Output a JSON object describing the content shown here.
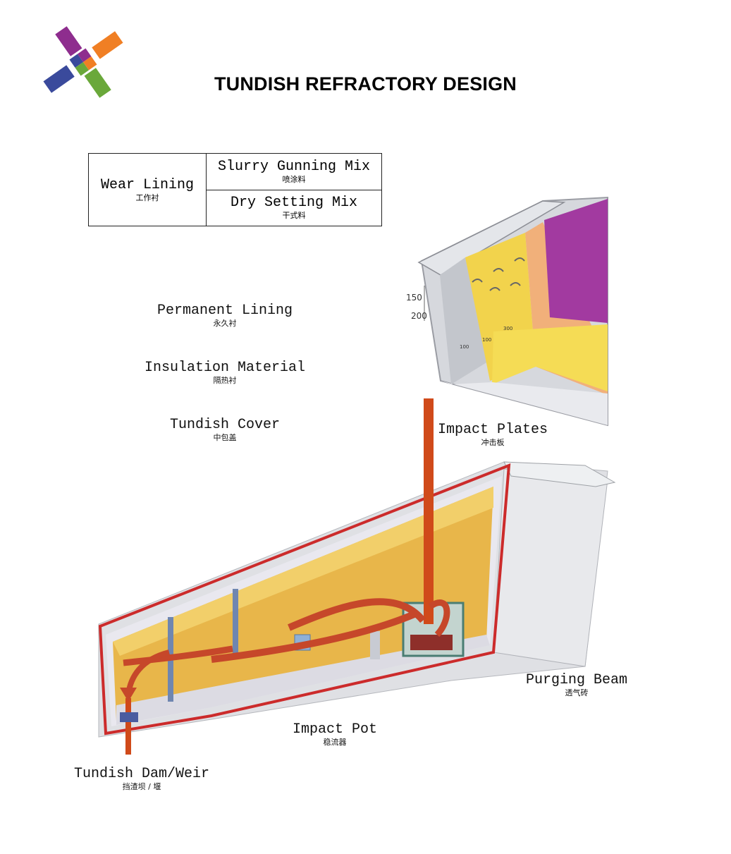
{
  "title": "TUNDISH REFRACTORY DESIGN",
  "logo": {
    "colors": [
      "#8e2d8e",
      "#3a4a9c",
      "#6aa83a",
      "#f07f24"
    ]
  },
  "wear_lining_table": {
    "main": {
      "en": "Wear Lining",
      "zh": "工作衬"
    },
    "rows": [
      {
        "en": "Slurry Gunning Mix",
        "zh": "喷涂料"
      },
      {
        "en": "Dry Setting Mix",
        "zh": "干式料"
      }
    ]
  },
  "labels": {
    "permanent_lining": {
      "en": "Permanent Lining",
      "zh": "永久衬"
    },
    "insulation_material": {
      "en": "Insulation Material",
      "zh": "隔热衬"
    },
    "tundish_cover": {
      "en": "Tundish Cover",
      "zh": "中包盖"
    },
    "impact_plates": {
      "en": "Impact Plates",
      "zh": "冲击板"
    },
    "purging_beam": {
      "en": "Purging Beam",
      "zh": "透气砖"
    },
    "impact_pot": {
      "en": "Impact Pot",
      "zh": "稳流器"
    },
    "tundish_dam_weir": {
      "en": "Tundish Dam/Weir",
      "zh": "挡渣坝 / 堰"
    }
  },
  "detail_dimensions": [
    "150",
    "200",
    "100",
    "100",
    "300"
  ],
  "colors": {
    "steel_grey": "#c9ccd2",
    "lining_yellow": "#f2c94c",
    "insulation_orange": "#f1b07a",
    "cover_purple": "#a23aa0",
    "molten_steel": "#d04a1a",
    "shell_red": "#cc2b2b"
  }
}
